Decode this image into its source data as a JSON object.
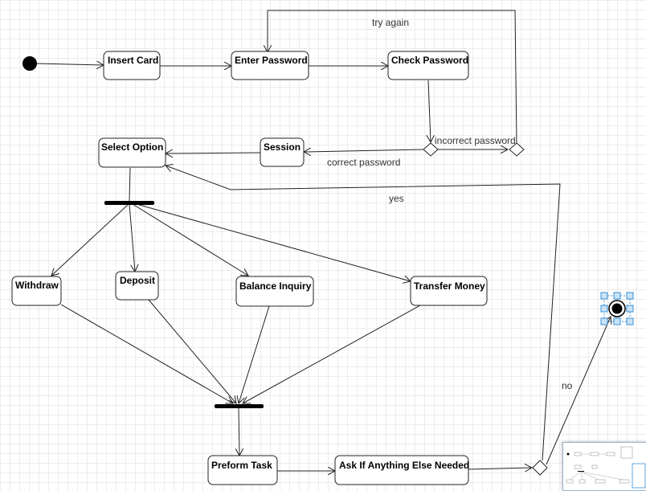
{
  "nodes": {
    "insert_card": "Insert Card",
    "enter_password": "Enter Password",
    "check_password": "Check Password",
    "session": "Session",
    "select_option": "Select Option",
    "withdraw": "Withdraw",
    "deposit": "Deposit",
    "balance_inquiry": "Balance Inquiry",
    "transfer_money": "Transfer Money",
    "perform_task": "Preform Task",
    "ask_anything_else": "Ask If Anything Else Needed"
  },
  "guards": {
    "try_again": "try again",
    "incorrect_password": "incorrect password",
    "correct_password": "correct password",
    "yes": "yes",
    "no": "no"
  },
  "colors": {
    "grid": "#ececec",
    "stroke": "#222222",
    "selection": "#3a8fd4"
  }
}
